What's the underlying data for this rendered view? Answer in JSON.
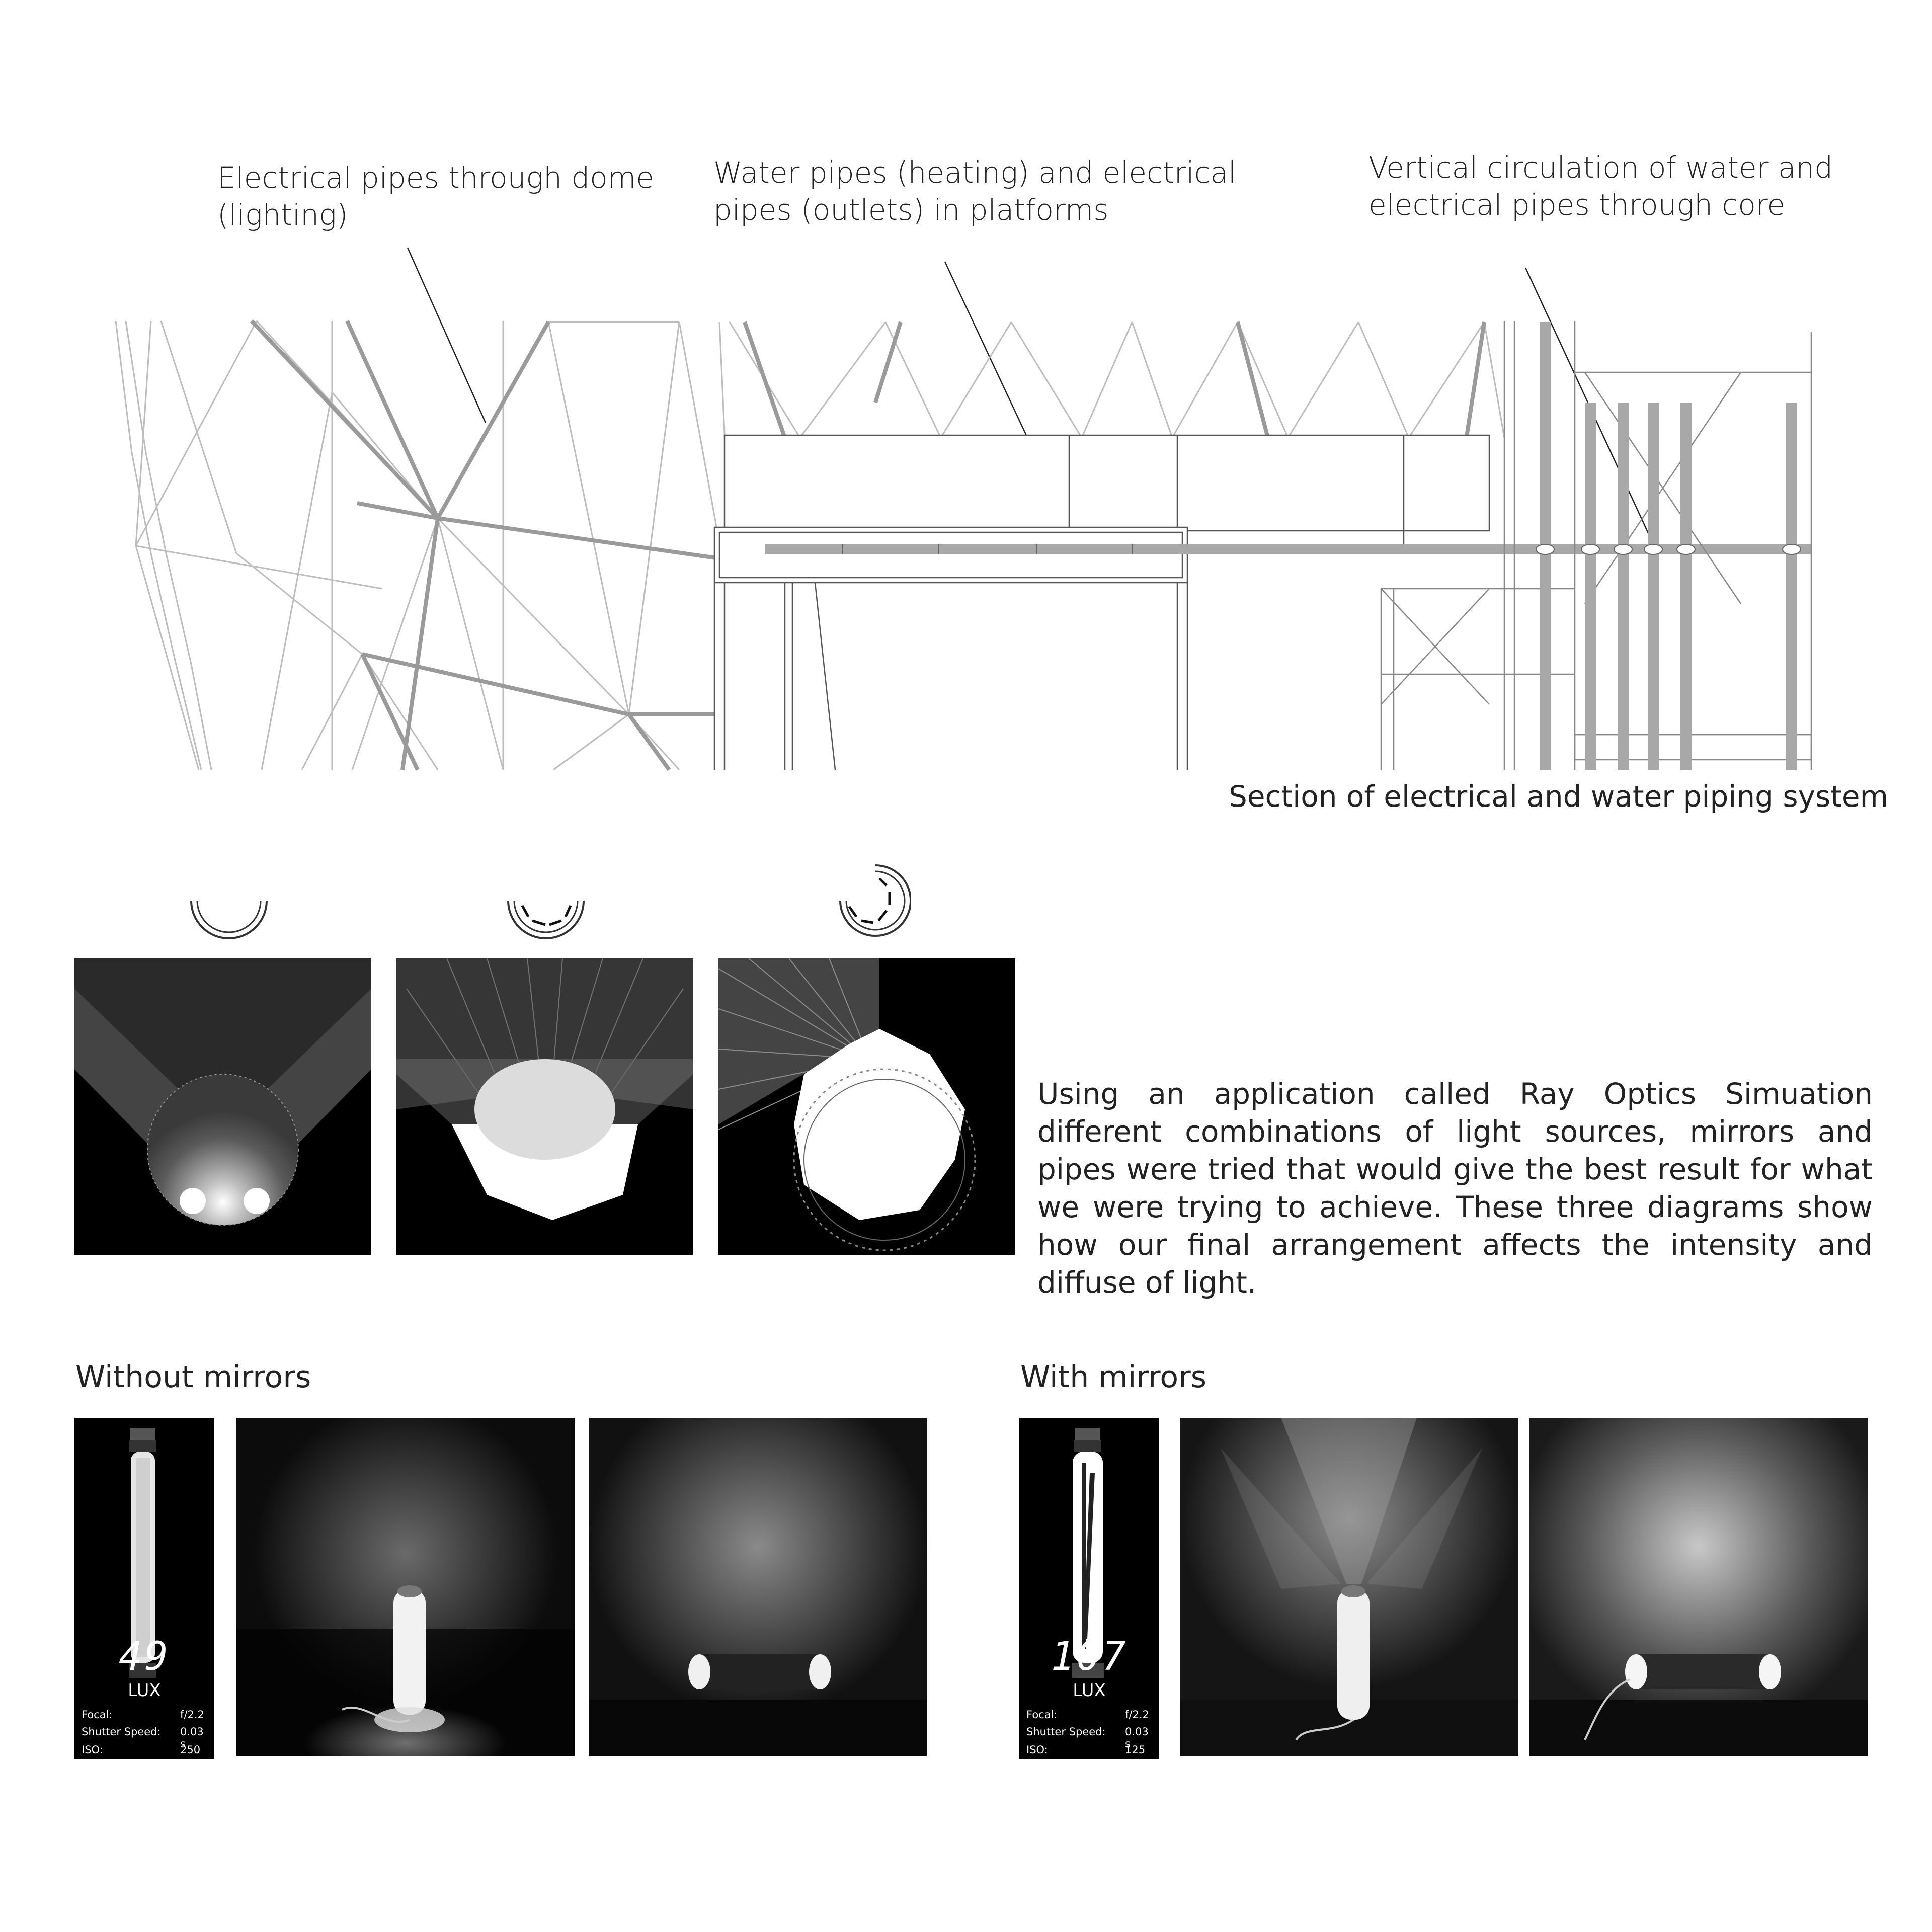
{
  "section": {
    "labels": [
      "Electrical pipes through dome\n(lighting)",
      "Water pipes (heating) and electrical\npipes (outlets) in platforms",
      "Vertical circulation of water and\nelectrical pipes through core"
    ],
    "caption": "Section of electrical and water piping system"
  },
  "simulation": {
    "paragraph": "Using an application called Ray Optics Simuation different combinations of light sources, mirrors and pipes were tried that would give the best result for what we were trying to achieve. These three diagrams show how our final arrangement affects the intensity and diffuse of light."
  },
  "photos": {
    "without": {
      "heading": "Without mirrors",
      "lux": "49",
      "unit": "LUX",
      "rows": [
        {
          "label": "Focal:",
          "value": "f/2.2"
        },
        {
          "label": "Shutter Speed:",
          "value": "0.03 s"
        },
        {
          "label": "ISO:",
          "value": "250"
        }
      ]
    },
    "with": {
      "heading": "With mirrors",
      "lux": "107",
      "unit": "LUX",
      "rows": [
        {
          "label": "Focal:",
          "value": "f/2.2"
        },
        {
          "label": "Shutter Speed:",
          "value": "0.03 s"
        },
        {
          "label": "ISO:",
          "value": "125"
        }
      ]
    }
  },
  "colors": {
    "ink": "#222222",
    "pipe": "#a8a8a8",
    "panel": "#000000"
  }
}
